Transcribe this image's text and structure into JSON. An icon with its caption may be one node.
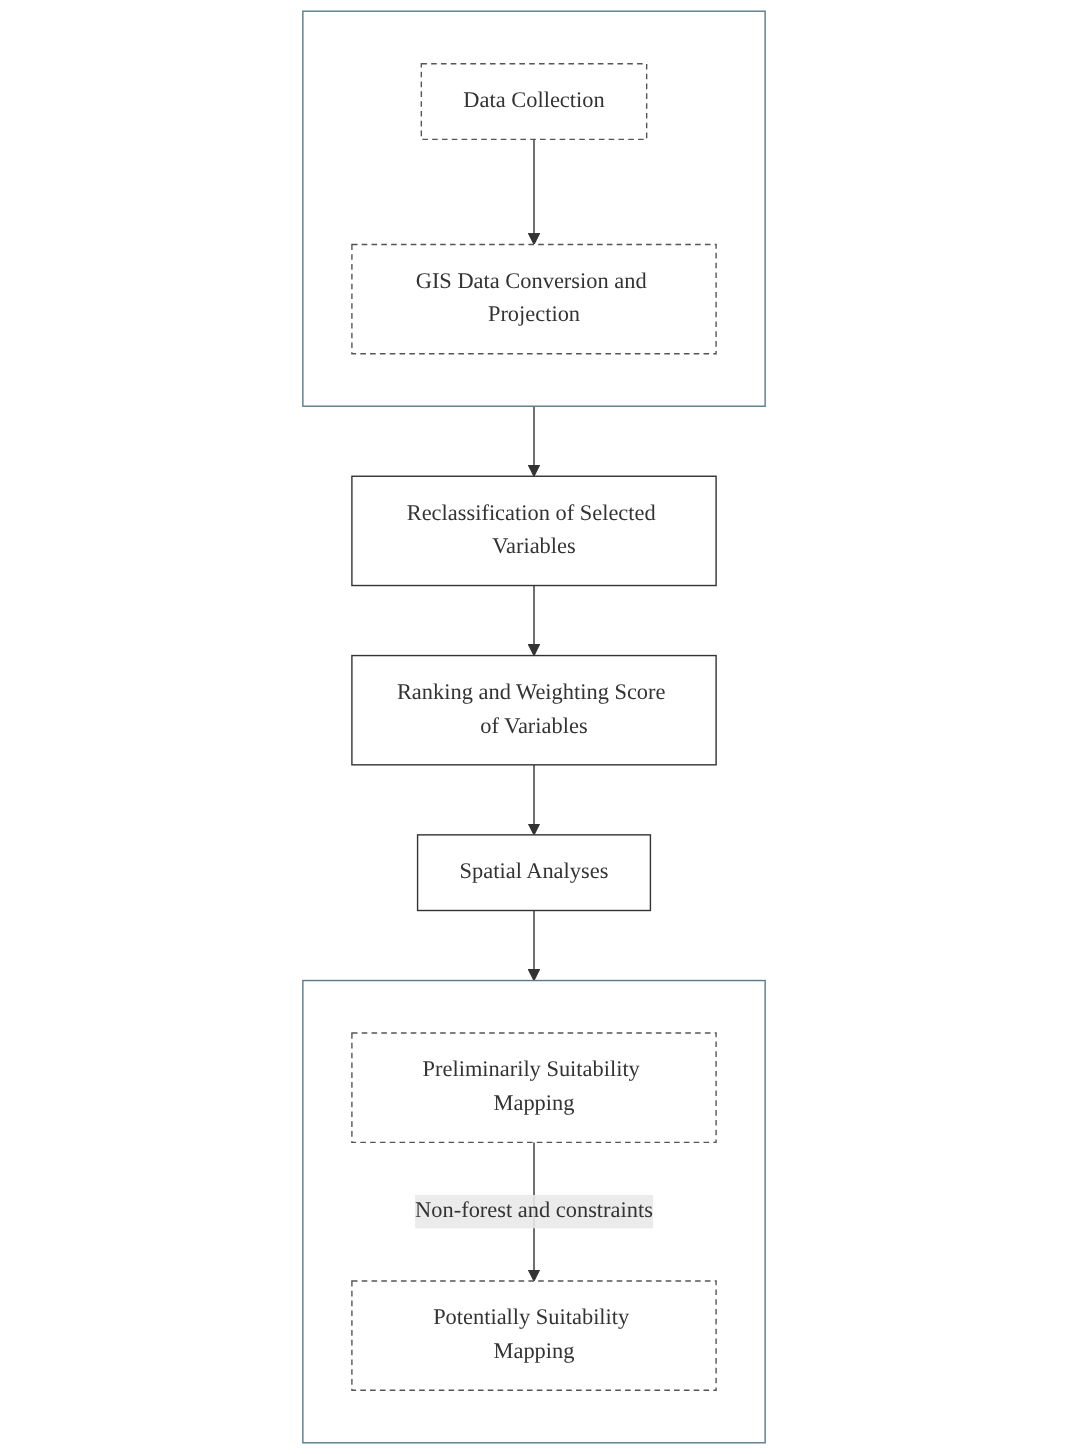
{
  "diagram": {
    "nodes": [
      {
        "text": [],
        "shape": "box"
      },
      {
        "text": [
          "Data Collection"
        ],
        "in": 0
      },
      {
        "text": [
          "GIS Data Conversion and Projection"
        ],
        "in": 0
      },
      {
        "text": [
          "Reclassification of Selected Variables"
        ]
      },
      {
        "text": [
          "Ranking and Weighting Score of Variables"
        ]
      },
      {
        "text": [
          "Spatial Analyses"
        ]
      },
      {
        "text": [],
        "shape": "box"
      },
      {
        "text": [
          "Preliminarily Suitability Mapping"
        ],
        "in": 6
      },
      {
        "text": [
          "Potentially Suitability Mapping"
        ],
        "in": 6
      }
    ],
    "edges": [
      {
        "from": 1,
        "to": 2,
        "arrow": "to"
      },
      {
        "from": 0,
        "to": 3,
        "arrow": "to"
      },
      {
        "from": 3,
        "to": 4,
        "arrow": "to"
      },
      {
        "from": 4,
        "to": 5,
        "arrow": "to"
      },
      {
        "from": 5,
        "to": 6,
        "arrow": "to"
      },
      {
        "from": 7,
        "to": 8,
        "arrow": "to",
        "label": "Non-forest and constraints"
      }
    ]
  }
}
